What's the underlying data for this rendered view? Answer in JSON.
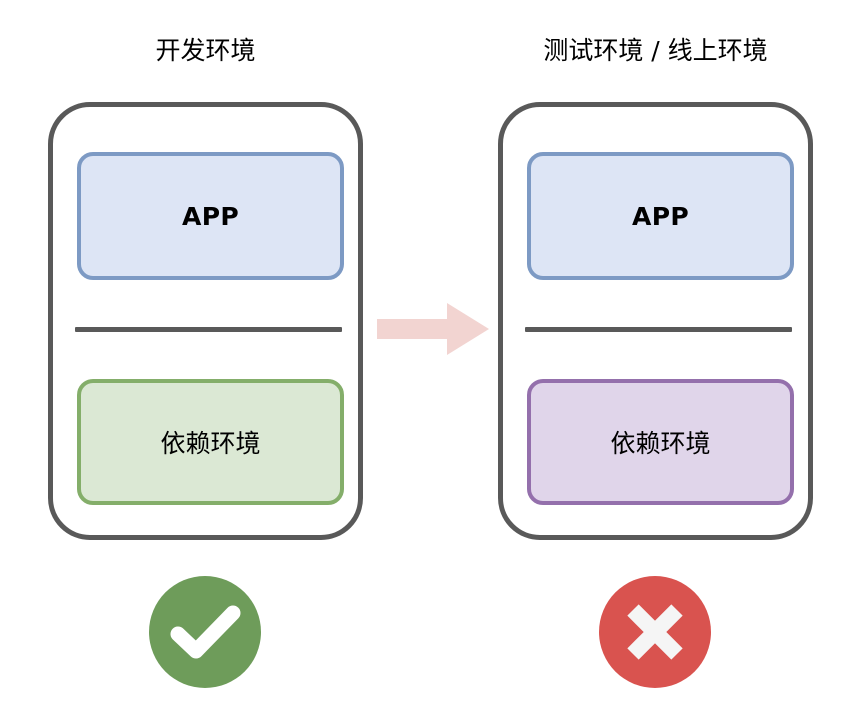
{
  "diagram": {
    "background": "#ffffff",
    "columns": [
      {
        "id": "dev",
        "title": "开发环境",
        "panel": {
          "border_color": "#595959",
          "blocks": [
            {
              "id": "app",
              "label": "APP",
              "fill": "#dde5f5",
              "border": "#7d9ac4"
            },
            {
              "id": "dependency",
              "label": "依赖环境",
              "fill": "#dbe8d4",
              "border": "#84ae6a"
            }
          ],
          "divider_color": "#595959"
        },
        "verdict": {
          "icon": "check-circle-icon",
          "state": "ok",
          "circle_color": "#6e9c5a",
          "mark_color": "#ffffff"
        }
      },
      {
        "id": "test-prod",
        "title": "测试环境 / 线上环境",
        "panel": {
          "border_color": "#595959",
          "blocks": [
            {
              "id": "app",
              "label": "APP",
              "fill": "#dde5f5",
              "border": "#7d9ac4"
            },
            {
              "id": "dependency",
              "label": "依赖环境",
              "fill": "#e0d5ea",
              "border": "#9470ac"
            }
          ],
          "divider_color": "#595959"
        },
        "verdict": {
          "icon": "x-circle-icon",
          "state": "fail",
          "circle_color": "#d9534f",
          "mark_color": "#f5f5f5"
        }
      }
    ],
    "arrow": {
      "icon": "arrow-right-icon",
      "color": "#f2d4d1",
      "direction": "right"
    }
  }
}
